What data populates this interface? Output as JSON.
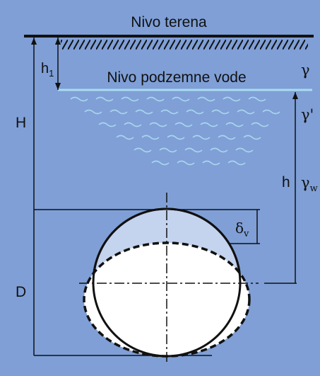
{
  "colors": {
    "background": "#7f9fd6",
    "water_line": "#a9ddf0",
    "waves": "#a9d6ee",
    "deformation_fill": "#c4d3ee",
    "pipe_fill": "#ffffff",
    "ink": "#111111"
  },
  "labels": {
    "ground_level": "Nivo terena",
    "groundwater_level": "Nivo podzemne vode"
  },
  "dimensions": {
    "h1": {
      "main": "h",
      "sub": "1"
    },
    "H": "H",
    "h": "h",
    "D": "D",
    "delta_v": {
      "main": "δ",
      "sub": "v"
    }
  },
  "unit_weights": {
    "gamma": "γ",
    "gamma_submerged": "γ'",
    "gamma_water": {
      "main": "γ",
      "sub": "w"
    }
  }
}
